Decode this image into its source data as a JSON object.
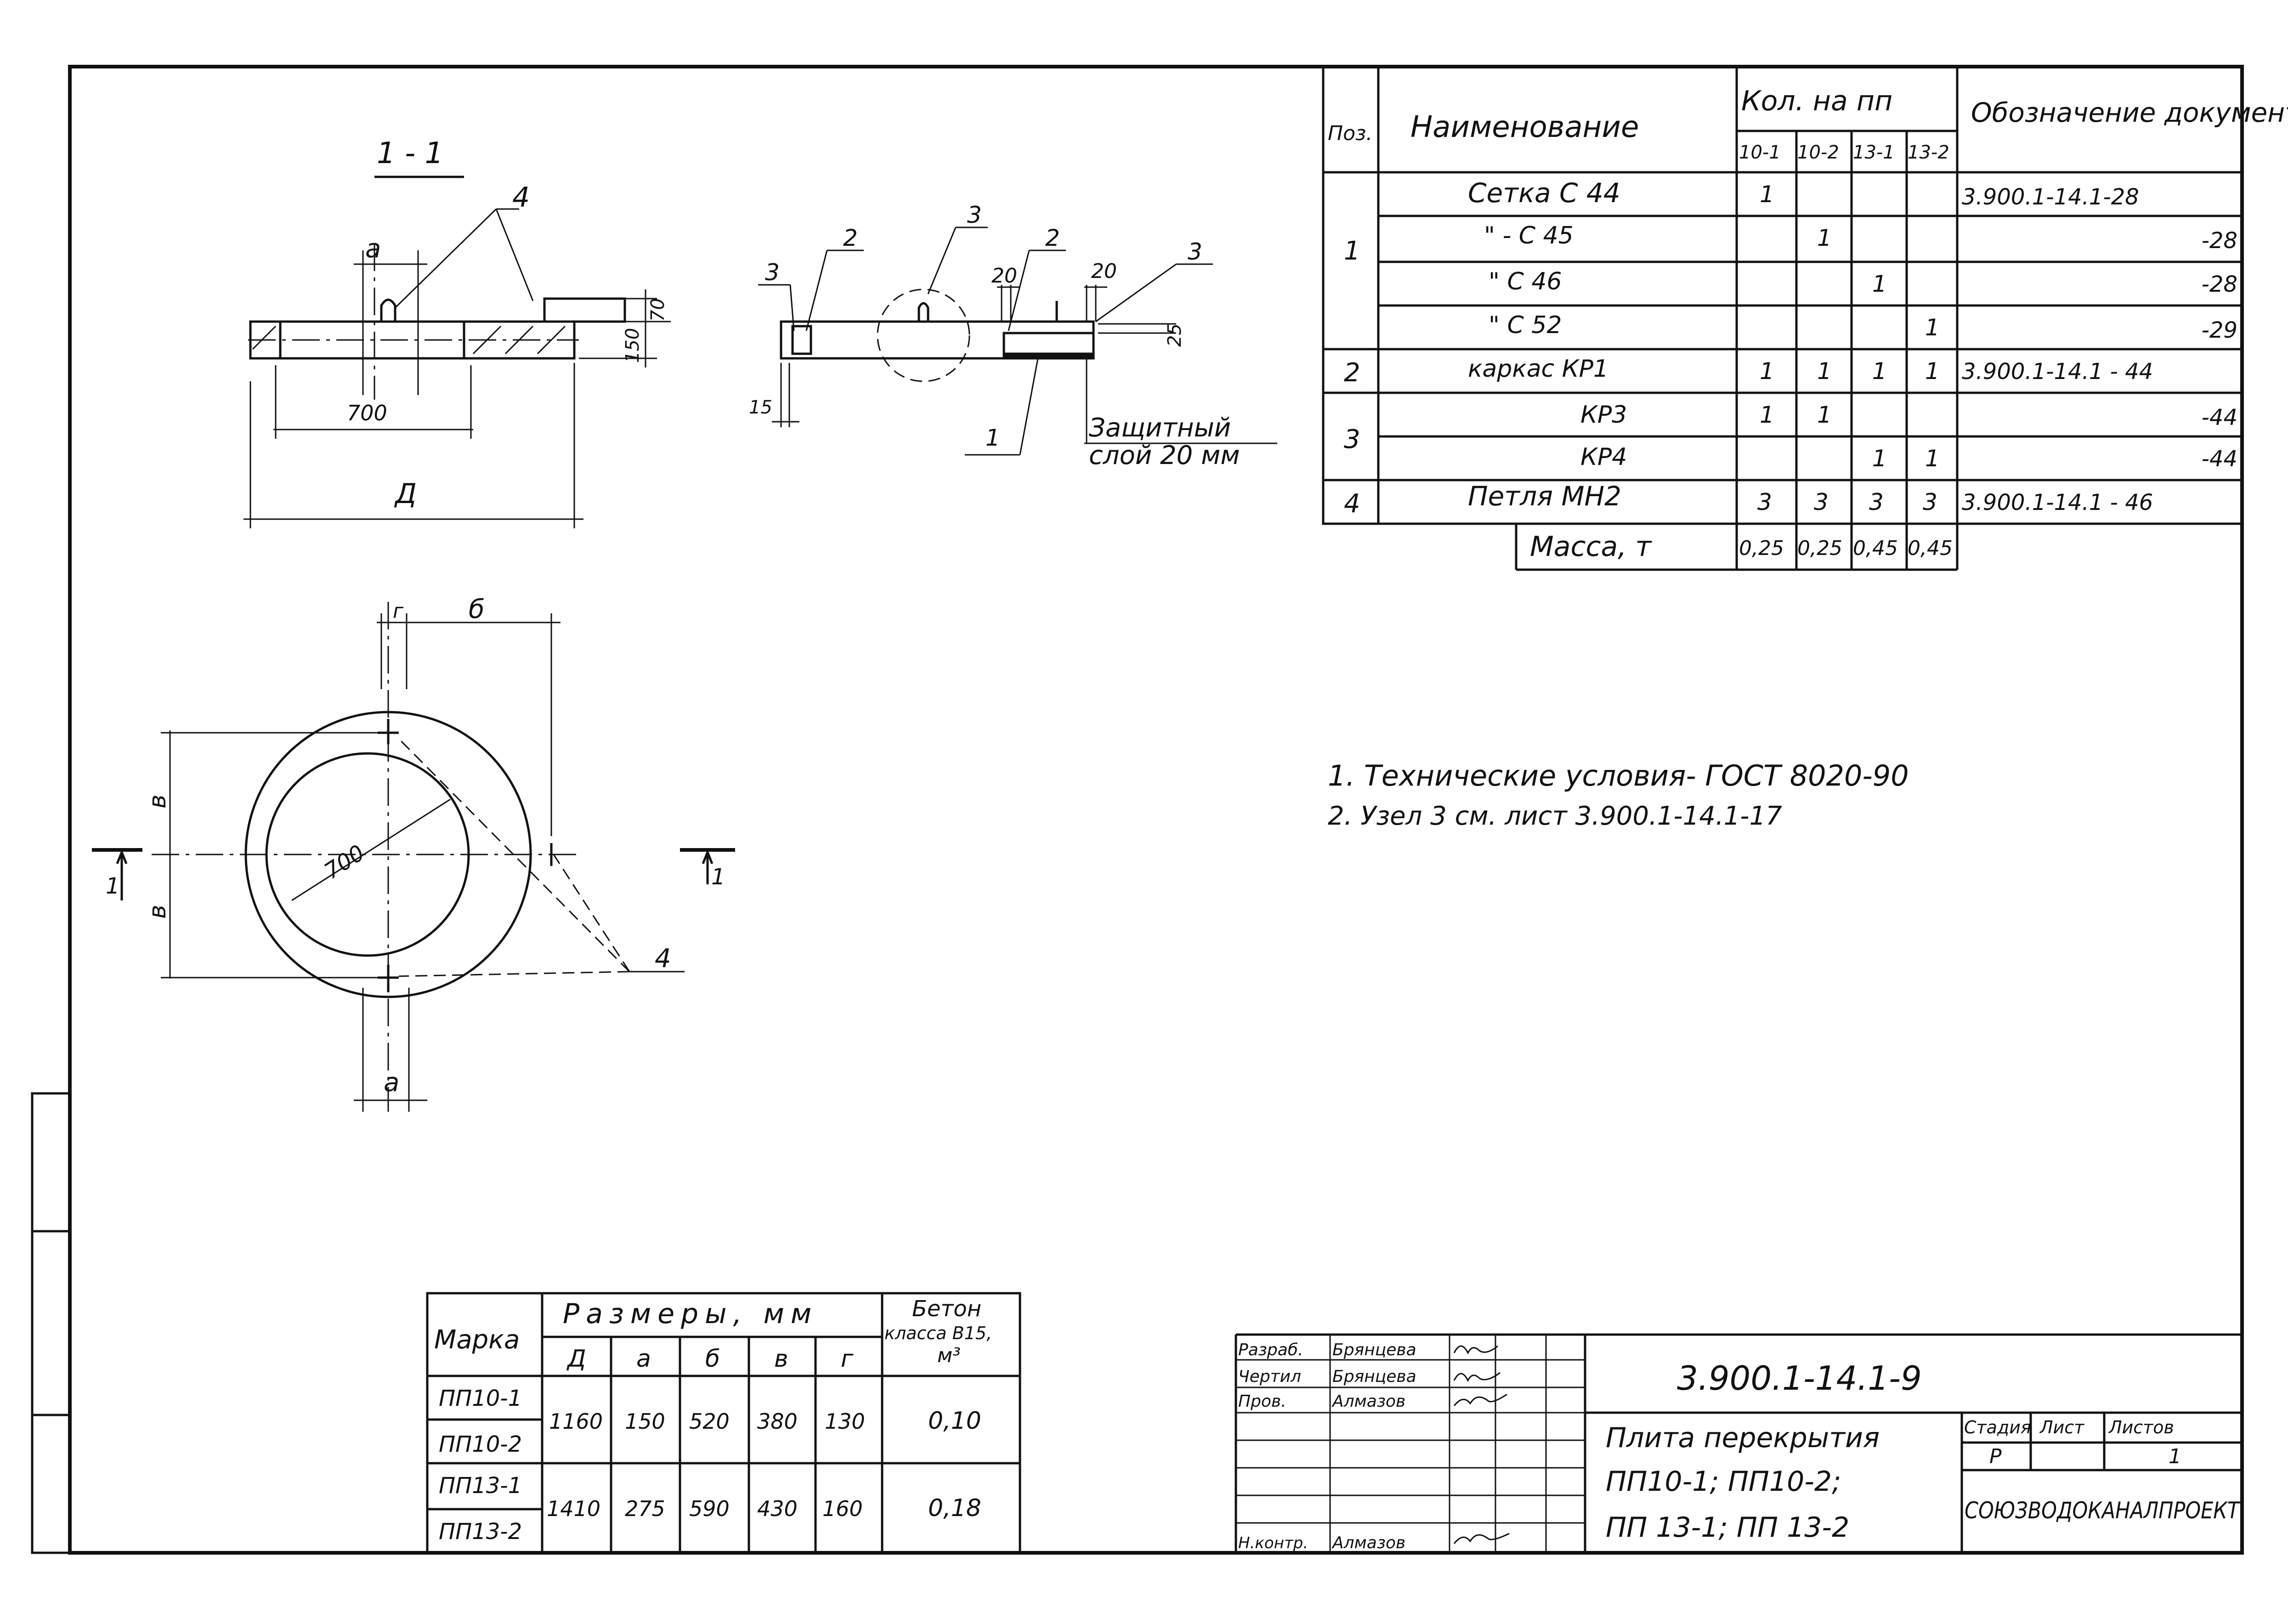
{
  "spec": {
    "headers": {
      "pos": "Поз.",
      "name": "Наименование",
      "qty": "Кол. на пп",
      "qty_cols": [
        "10-1",
        "10-2",
        "13-1",
        "13-2"
      ],
      "doc": "Обозначение документа"
    },
    "rows": [
      {
        "pos": "1",
        "name": "Сетка С 44",
        "q": [
          "1",
          "",
          "",
          ""
        ],
        "doc": "3.900.1-14.1-28"
      },
      {
        "pos": "",
        "name": "\" -   С 45",
        "q": [
          "",
          "1",
          "",
          ""
        ],
        "doc": "-28"
      },
      {
        "pos": "",
        "name": "\"    С 46",
        "q": [
          "",
          "",
          "1",
          ""
        ],
        "doc": "-28"
      },
      {
        "pos": "",
        "name": "\"    С 52",
        "q": [
          "",
          "",
          "",
          "1"
        ],
        "doc": "-29"
      },
      {
        "pos": "2",
        "name": "каркас КР1",
        "q": [
          "1",
          "1",
          "1",
          "1"
        ],
        "doc": "3.900.1-14.1 - 44"
      },
      {
        "pos": "3",
        "name": "КР3",
        "q": [
          "1",
          "1",
          "",
          ""
        ],
        "doc": "-44"
      },
      {
        "pos": "",
        "name": "КР4",
        "q": [
          "",
          "",
          "1",
          "1"
        ],
        "doc": "-44"
      },
      {
        "pos": "4",
        "name": "Петля МН2",
        "q": [
          "3",
          "3",
          "3",
          "3"
        ],
        "doc": "3.900.1-14.1 - 46"
      }
    ],
    "mass_label": "Масса, т",
    "mass": [
      "0,25",
      "0,25",
      "0,45",
      "0,45"
    ]
  },
  "notes": [
    "1. Технические условия- ГОСТ 8020-90",
    "2. Узел 3 см. лист 3.900.1-14.1-17"
  ],
  "section": {
    "title": "1 - 1",
    "callout_4": "4",
    "dim_a": "а",
    "dim_700": "700",
    "dim_D": "Д",
    "dim_150": "150",
    "dim_70": "70"
  },
  "detail": {
    "callouts": [
      "3",
      "2",
      "3",
      "2",
      "3",
      "1"
    ],
    "dims": {
      "d20a": "20",
      "d20b": "20",
      "d25": "25",
      "d15": "15"
    },
    "protective_1": "Защитный",
    "protective_2": "слой 20 мм"
  },
  "plan": {
    "dim_g": "г",
    "dim_b": "б",
    "dim_v1": "в",
    "dim_v2": "в",
    "dim_700": "700",
    "dim_a": "а",
    "callout_4": "4",
    "cut_left": "1",
    "cut_right": "1"
  },
  "sizes": {
    "h_marka": "Марка",
    "h_sizes": "Размеры, мм",
    "h_concrete_1": "Бетон",
    "h_concrete_2": "класса В15,",
    "h_concrete_3": "м³",
    "sub": [
      "Д",
      "а",
      "б",
      "в",
      "г"
    ],
    "rows": [
      {
        "m1": "ПП10-1",
        "m2": "ПП10-2",
        "v": [
          "1160",
          "150",
          "520",
          "380",
          "130"
        ],
        "c": "0,10"
      },
      {
        "m1": "ПП13-1",
        "m2": "ПП13-2",
        "v": [
          "1410",
          "275",
          "590",
          "430",
          "160"
        ],
        "c": "0,18"
      }
    ]
  },
  "title_block": {
    "people": [
      {
        "role": "Разраб.",
        "name": "Брянцева"
      },
      {
        "role": "Чертил",
        "name": "Брянцева"
      },
      {
        "role": "Пров.",
        "name": "Алмазов"
      },
      {
        "role": "Н.контр.",
        "name": "Алмазов"
      }
    ],
    "code": "3.900.1-14.1-9",
    "title_1": "Плита перекрытия",
    "title_2": "ПП10-1; ПП10-2;",
    "title_3": "ПП 13-1; ПП 13-2",
    "stage_h": "Стадия",
    "sheet_h": "Лист",
    "sheets_h": "Листов",
    "stage": "Р",
    "sheets": "1",
    "org": "СОЮЗВОДОКАНАЛПРОЕКТ"
  }
}
